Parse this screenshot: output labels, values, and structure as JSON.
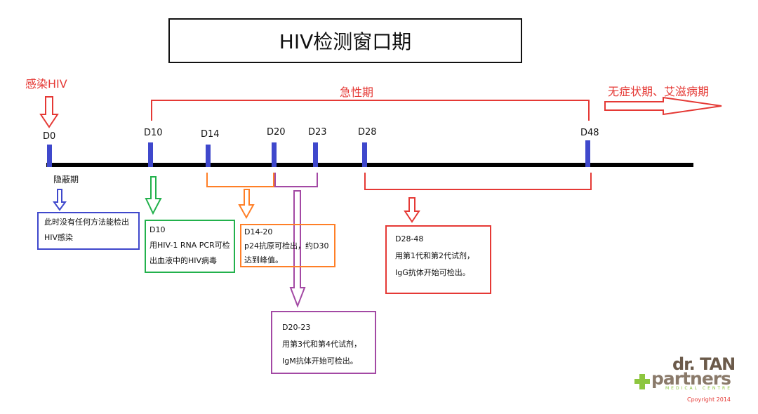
{
  "title": "HIV检测窗口期",
  "infection_label": "感染HIV",
  "acute_label": "急性期",
  "late_label": "无症状期、艾滋病期",
  "latent_label": "隐蔽期",
  "days": [
    "D0",
    "D10",
    "D14",
    "D20",
    "D23",
    "D28",
    "D48"
  ],
  "boxes": {
    "d0": {
      "lines": [
        "此时没有任何方法能检出",
        "HIV感染"
      ]
    },
    "d10": {
      "lines": [
        "D10",
        "用HIV-1 RNA PCR可检",
        "出血液中的HIV病毒"
      ]
    },
    "d14_20": {
      "lines": [
        "D14-20",
        "p24抗原可检出，约D30",
        "达到峰值。"
      ]
    },
    "d20_23": {
      "lines": [
        "D20-23",
        "用第3代和第4代试剂，",
        "IgM抗体开始可检出。"
      ]
    },
    "d28_48": {
      "lines": [
        "D28-48",
        "用第1代和第2代试剂，",
        "IgG抗体开始可检出。"
      ]
    }
  },
  "logo": {
    "line1": "dr. TAN",
    "line2": "partners",
    "line3": "MEDICAL CENTRE",
    "copyright": "Cpoyright 2014"
  },
  "colors": {
    "red": "#e53935",
    "blue": "#3f48cc",
    "green": "#22b14c",
    "orange": "#ff7f27",
    "purple": "#a349a4"
  }
}
